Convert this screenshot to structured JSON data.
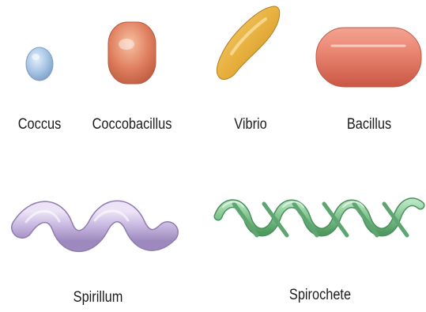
{
  "shapes": [
    {
      "id": "coccus",
      "label": "Coccus",
      "color": "#a9c6e6"
    },
    {
      "id": "coccobacillus",
      "label": "Coccobacillus",
      "color": "#e07f5e"
    },
    {
      "id": "vibrio",
      "label": "Vibrio",
      "color": "#e8b13f"
    },
    {
      "id": "bacillus",
      "label": "Bacillus",
      "color": "#e57a68"
    },
    {
      "id": "spirillum",
      "label": "Spirillum",
      "color": "#c7b6e0"
    },
    {
      "id": "spirochete",
      "label": "Spirochete",
      "color": "#7fc38d"
    }
  ]
}
